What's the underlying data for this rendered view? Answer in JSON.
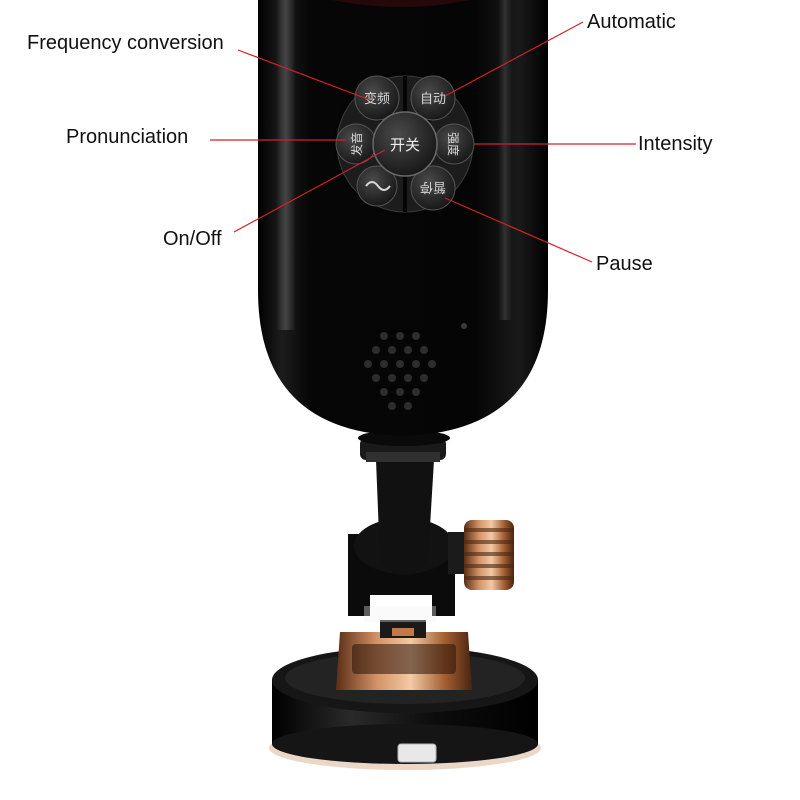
{
  "callouts": {
    "frequency_conversion": "Frequency conversion",
    "automatic": "Automatic",
    "pronunciation": "Pronunciation",
    "intensity": "Intensity",
    "on_off": "On/Off",
    "pause": "Pause"
  },
  "buttons": {
    "frequency": "变频",
    "automatic": "自动",
    "pronunciation": "发音",
    "power": "开关",
    "intensity": "强度",
    "pause": "暂停"
  },
  "colors": {
    "callout_line": "#d1212a",
    "body": "#0a0a0a",
    "button": "#262626",
    "button_text": "#d8d8d8",
    "copper": "#c07a4a"
  }
}
